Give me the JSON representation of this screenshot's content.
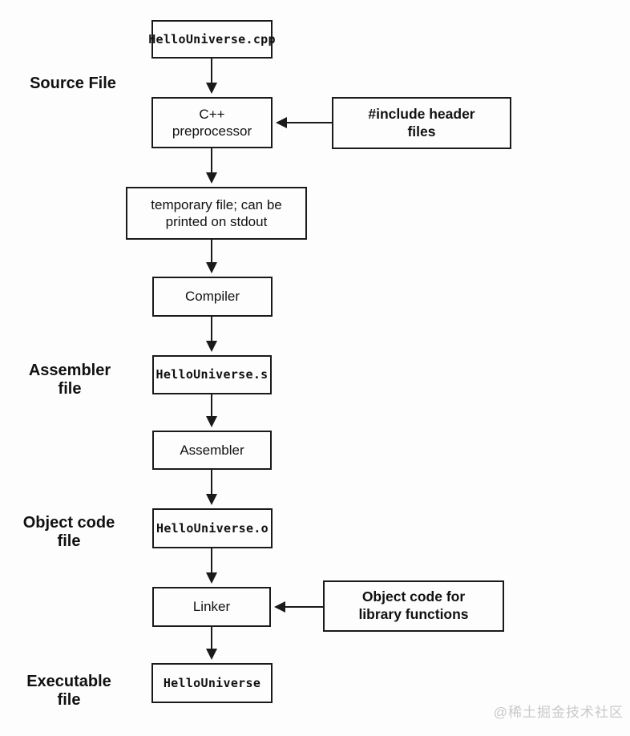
{
  "diagram": {
    "nodes": [
      {
        "id": "source-file-box",
        "text": "HelloUniverse.cpp"
      },
      {
        "id": "preprocessor-box",
        "text": "C++\npreprocessor"
      },
      {
        "id": "include-headers-box",
        "text": "#include header\nfiles"
      },
      {
        "id": "temporary-file-box",
        "text": "temporary file; can be\nprinted on stdout"
      },
      {
        "id": "compiler-box",
        "text": "Compiler"
      },
      {
        "id": "assembly-file-box",
        "text": "HelloUniverse.s"
      },
      {
        "id": "assembler-box",
        "text": "Assembler"
      },
      {
        "id": "object-file-box",
        "text": "HelloUniverse.o"
      },
      {
        "id": "linker-box",
        "text": "Linker"
      },
      {
        "id": "library-object-box",
        "text": "Object code for\nlibrary functions"
      },
      {
        "id": "executable-box",
        "text": "HelloUniverse"
      }
    ],
    "side_labels": [
      {
        "id": "source-file-label",
        "text": "Source File"
      },
      {
        "id": "assembler-file-label",
        "text": "Assembler\nfile"
      },
      {
        "id": "object-code-file-label",
        "text": "Object code\nfile"
      },
      {
        "id": "executable-file-label",
        "text": "Executable\nfile"
      }
    ],
    "watermark": "@稀土掘金技术社区",
    "colors": {
      "line": "#1a1a1a",
      "text": "#111111",
      "background": "#fdfdfd",
      "watermark": "#c9c9c9"
    }
  }
}
